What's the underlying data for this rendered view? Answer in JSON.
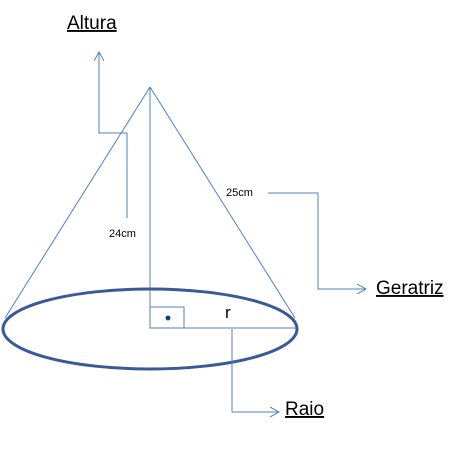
{
  "labels": {
    "height_title": "Altura",
    "slant_title": "Geratriz",
    "radius_title": "Raio",
    "height_value": "24cm",
    "slant_value": "25cm",
    "radius_symbol": "r"
  },
  "colors": {
    "cone_line": "#4f81bd",
    "base_ellipse": "#3b5998",
    "callout_line": "#4f81bd",
    "text": "#000000",
    "background": "#ffffff"
  }
}
